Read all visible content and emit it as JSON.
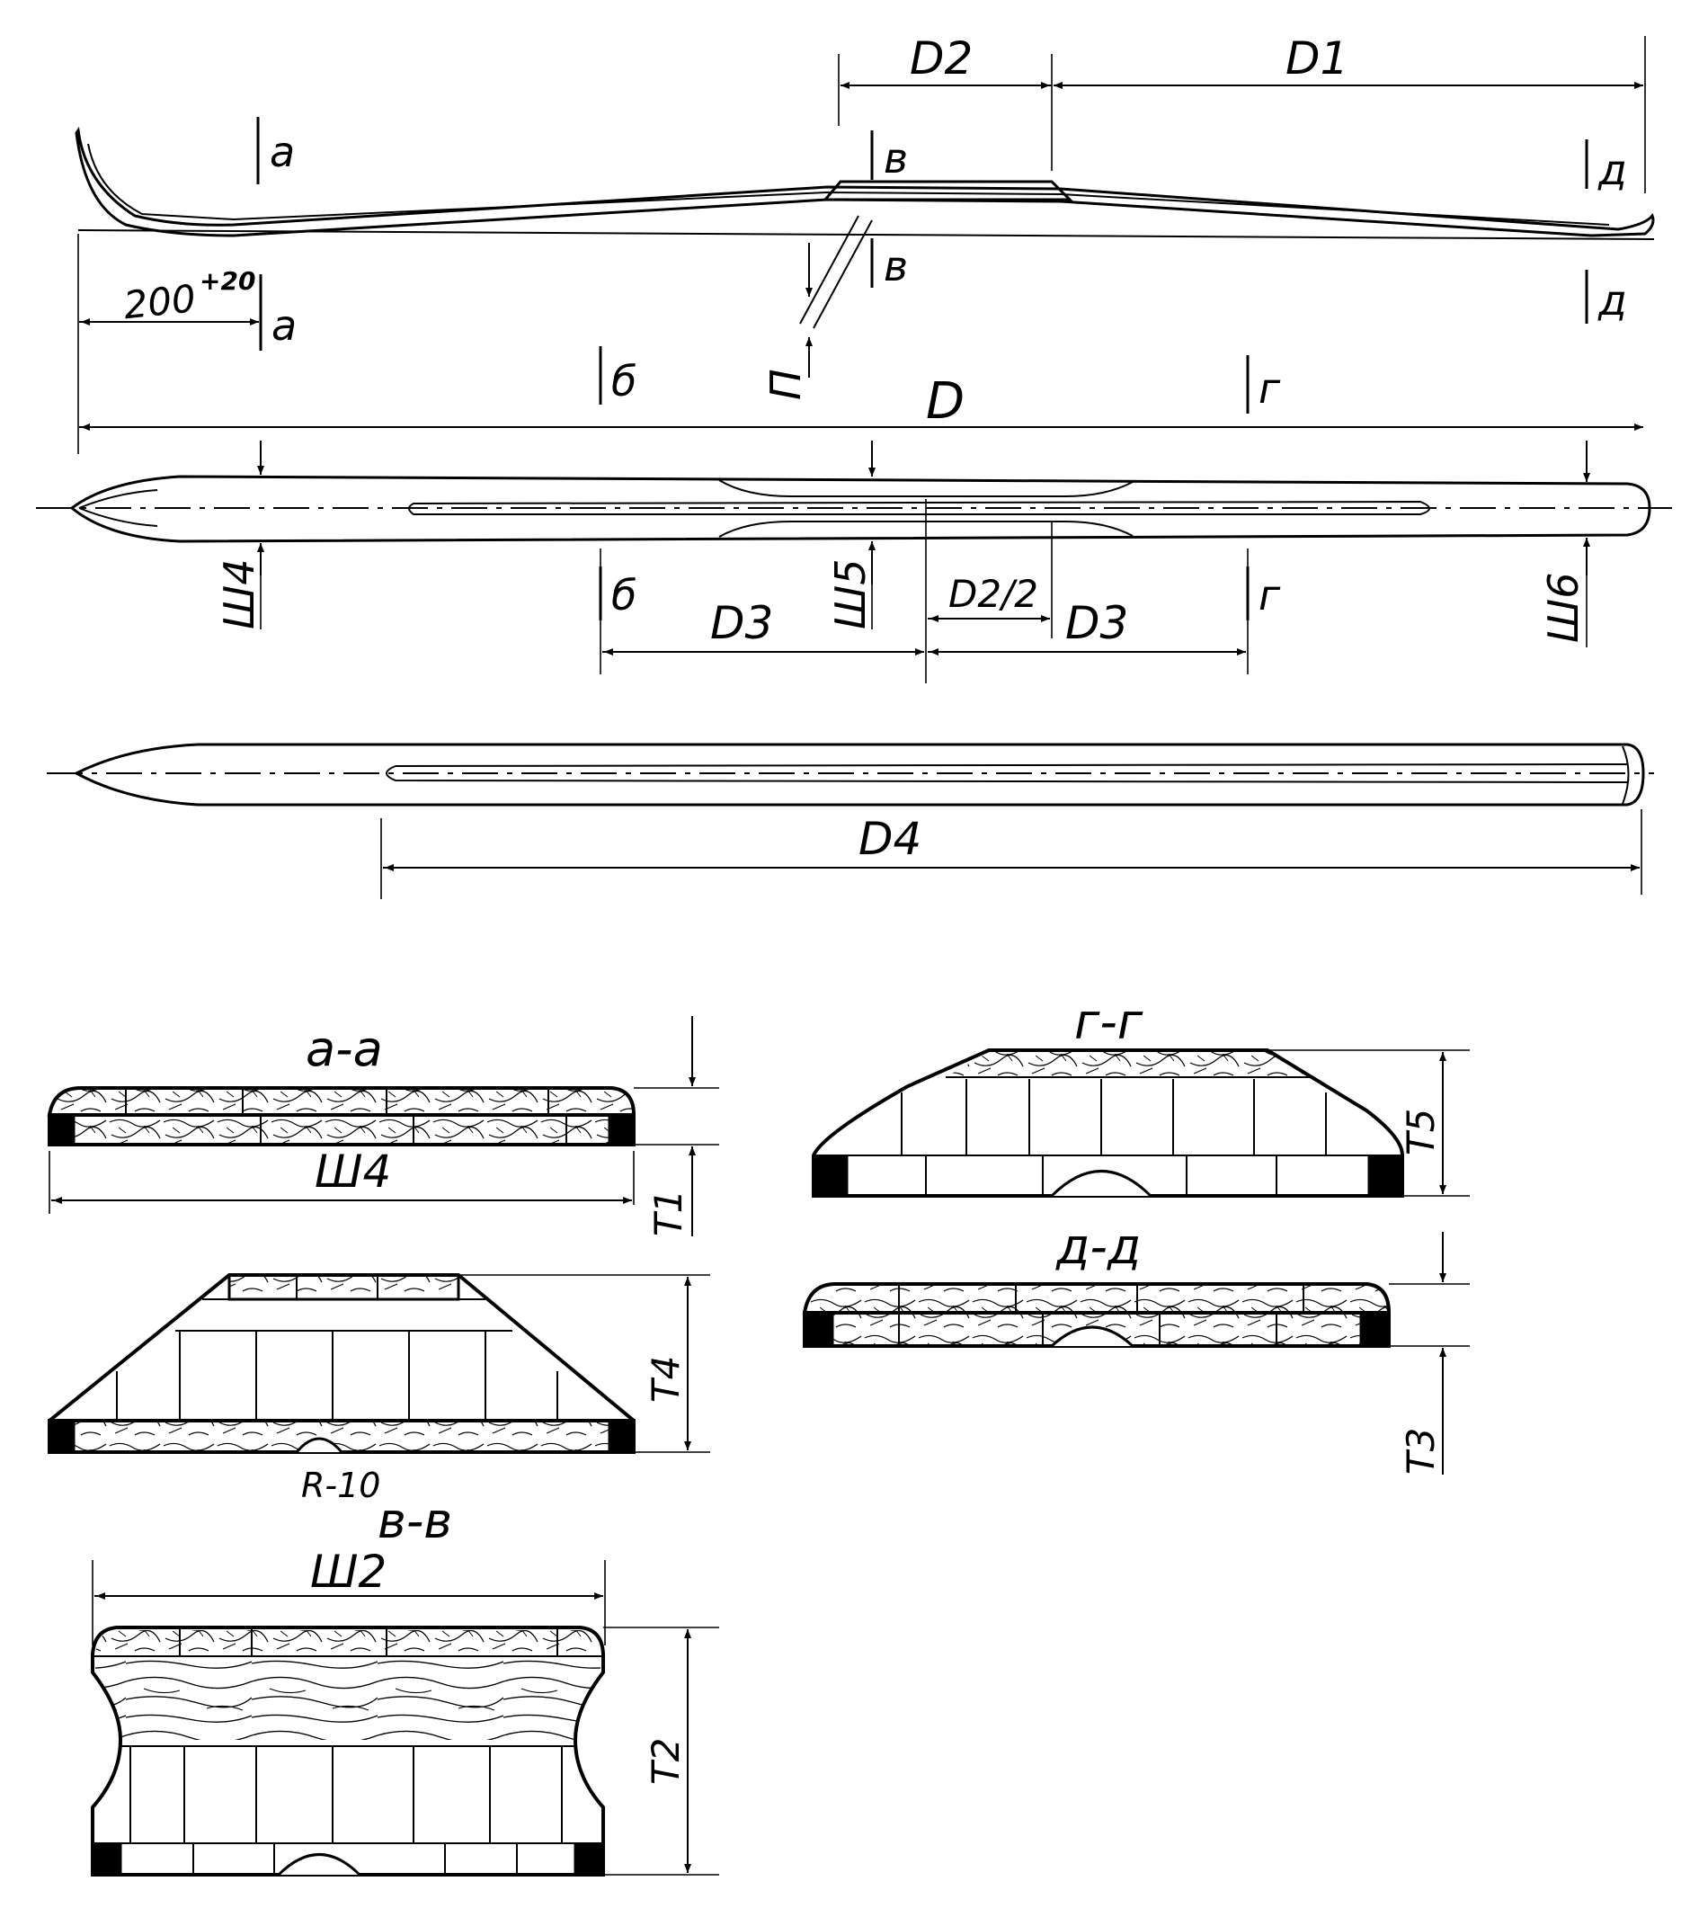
{
  "labels": {
    "a": "a",
    "b": "б",
    "v": "в",
    "g": "г",
    "d": "д",
    "P": "П"
  },
  "dimensions": {
    "D": "D",
    "D1": "D1",
    "D2": "D2",
    "D3": "D3",
    "D4": "D4",
    "D2half": "D2/2",
    "tip_length": "200",
    "tip_tolerance": "+20",
    "Sh2": "Ш2",
    "Sh4": "Ш4",
    "Sh5": "Ш5",
    "Sh6": "Ш6",
    "T1": "T1",
    "T2": "T2",
    "T3": "T3",
    "T4": "T4",
    "T5": "T5",
    "R10": "R-10"
  },
  "sections": {
    "aa": "a-a",
    "vv": "в-в",
    "gg": "г-г",
    "dd": "д-д"
  }
}
